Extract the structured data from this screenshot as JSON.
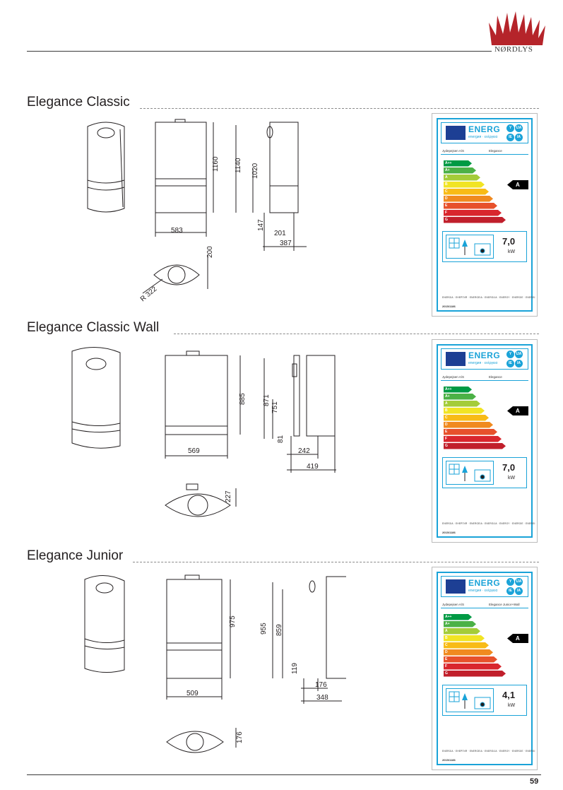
{
  "brand": {
    "name": "NØRDLYS",
    "logo_icon": "flame-logo-icon",
    "color": "#b5242a"
  },
  "page_number": "59",
  "sections": [
    {
      "title": "Elegance Classic",
      "dims": {
        "height_total": "1160",
        "height_side": "1140",
        "height_inner": "1020",
        "width_front": "583",
        "base": "147",
        "depth_base": "201",
        "depth": "387",
        "top_depth": "200",
        "radius": "R 322"
      },
      "label": {
        "supplier": "Jydepejsen A/S",
        "model": "Elegance",
        "energy_class": "A",
        "output": "7,0",
        "unit": "kW"
      }
    },
    {
      "title": "Elegance Classic Wall",
      "dims": {
        "height_total": "885",
        "height_side": "871",
        "height_inner": "751",
        "width_front": "569",
        "base": "81",
        "depth_base": "242",
        "depth": "419",
        "top_depth": "227"
      },
      "label": {
        "supplier": "Jydepejsen A/S",
        "model": "Elegance",
        "energy_class": "A",
        "output": "7,0",
        "unit": "kW"
      }
    },
    {
      "title": "Elegance Junior",
      "dims": {
        "height_total": "975",
        "height_side": "955",
        "height_inner": "859",
        "width_front": "509",
        "base": "119",
        "depth_base": "176",
        "depth": "348",
        "top_depth": "176"
      },
      "label": {
        "supplier": "Jydepejsen A/S",
        "model": "Elegance Junior+Wall",
        "energy_class": "A",
        "output": "4,1",
        "unit": "kW"
      }
    }
  ],
  "energy_label": {
    "heading": "ENERG",
    "sub": "energия · ενέργεια",
    "lang_codes": [
      "Y",
      "IJA",
      "IE",
      "IA"
    ],
    "classes": [
      {
        "name": "A++",
        "color": "#009a44"
      },
      {
        "name": "A+",
        "color": "#4bb146"
      },
      {
        "name": "A",
        "color": "#a4cc39"
      },
      {
        "name": "B",
        "color": "#f1e424"
      },
      {
        "name": "C",
        "color": "#f8bb16"
      },
      {
        "name": "D",
        "color": "#f08a1f"
      },
      {
        "name": "E",
        "color": "#e7512b"
      },
      {
        "name": "F",
        "color": "#d9262d"
      },
      {
        "name": "G",
        "color": "#c11f2b"
      }
    ],
    "footer": "ENERGIA · ЕНЕРГИЯ · ENERGEIA · ENERGIJA · ENERGY · ENERGIE · ENERGI",
    "regulation": "2015/1186"
  }
}
